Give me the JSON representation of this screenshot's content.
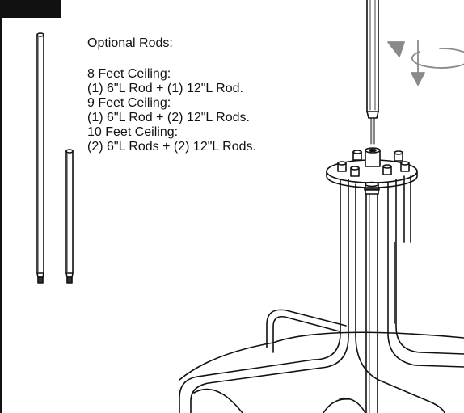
{
  "instructions": {
    "heading": "Optional Rods:",
    "lines": [
      "8 Feet Ceiling:",
      "(1) 6\"L Rod + (1) 12\"L Rod.",
      "9 Feet Ceiling:",
      "(1) 6\"L Rod + (2) 12\"L Rods.",
      "10 Feet Ceiling:",
      "(2) 6\"L Rods + (2) 12\"L Rods."
    ]
  },
  "icons": {
    "rotation": "rotate-clockwise-arrow-icon"
  },
  "colors": {
    "line": "#111111",
    "arrow": "#8a8a8a"
  }
}
